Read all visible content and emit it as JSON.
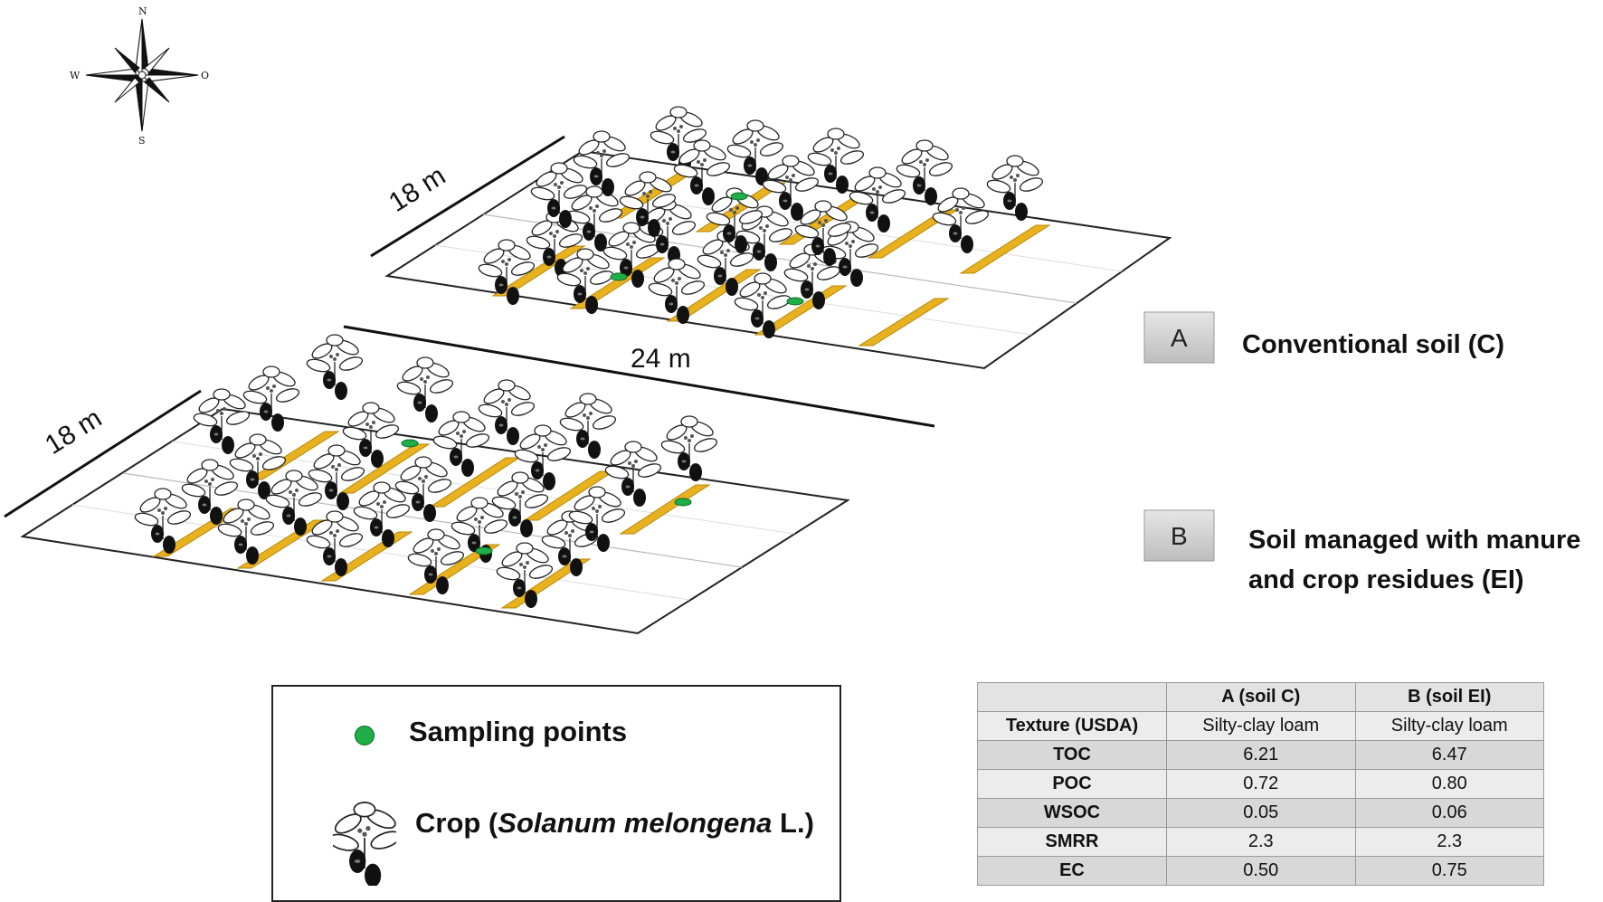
{
  "compass": {
    "n": "N",
    "s": "S",
    "w": "W",
    "e": "O"
  },
  "field_a": {
    "width_label": "18 m",
    "length_label": "24 m"
  },
  "field_b": {
    "width_label": "18 m"
  },
  "soil_a": {
    "box": "A",
    "label": "Conventional soil (C)"
  },
  "soil_b": {
    "box": "B",
    "label_line1": "Soil managed with manure",
    "label_line2": "and crop residues (EI)"
  },
  "legend": {
    "sampling": "Sampling points",
    "crop_prefix": "Crop (",
    "crop_species": "Solanum melongena",
    "crop_suffix": " L.)"
  },
  "table": {
    "headers": [
      "",
      "A (soil  C)",
      "B (soil EI)"
    ],
    "rows": [
      {
        "name": "Texture (USDA)",
        "a": "Silty-clay loam",
        "b": "Silty-clay loam"
      },
      {
        "name": "TOC",
        "a": "6.21",
        "b": "6.47"
      },
      {
        "name": "POC",
        "a": "0.72",
        "b": "0.80"
      },
      {
        "name": "WSOC",
        "a": "0.05",
        "b": "0.06"
      },
      {
        "name": "SMRR",
        "a": "2.3",
        "b": "2.3"
      },
      {
        "name": "EC",
        "a": "0.50",
        "b": "0.75"
      }
    ]
  },
  "colors": {
    "strip": "#e8b21e",
    "sampling": "#1fae48",
    "plant_fruit": "#111111",
    "box_fill": "#cfcfcf"
  }
}
